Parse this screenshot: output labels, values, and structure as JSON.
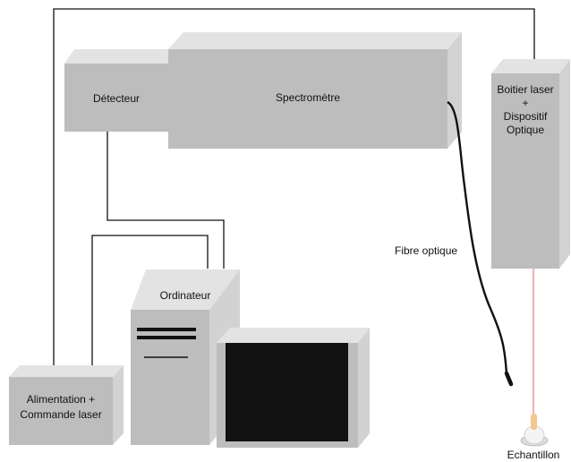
{
  "labels": {
    "detecteur": "Détecteur",
    "spectrometre": "Spectromètre",
    "boitier_line1": "Boitier laser",
    "boitier_line2": "+",
    "boitier_line3": "Dispositif",
    "boitier_line4": "Optique",
    "fibre": "Fibre optique",
    "ordinateur": "Ordinateur",
    "alim_line1": "Alimentation +",
    "alim_line2": "Commande laser",
    "echantillon": "Echantillon"
  },
  "colors": {
    "box_front": "#bdbdbd",
    "box_top": "#e3e3e3",
    "box_side": "#d2d2d2",
    "wire": "#111111",
    "laser_beam": "#e05050",
    "screen": "#111111"
  }
}
